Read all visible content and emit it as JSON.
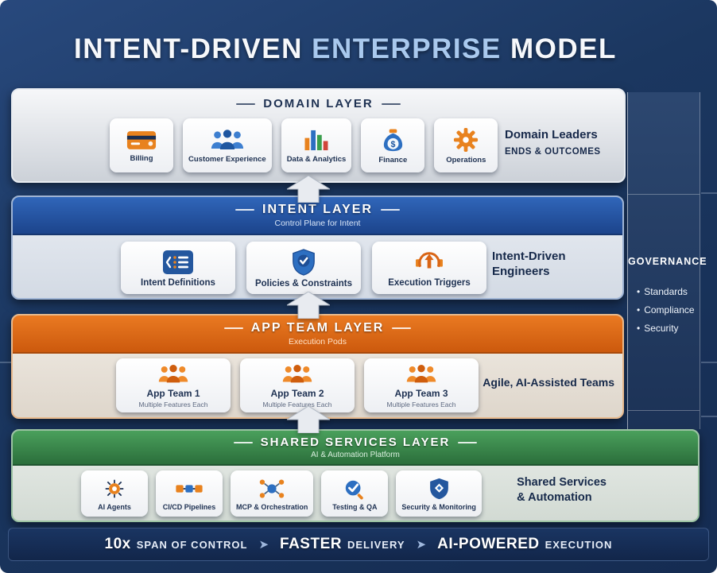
{
  "title": {
    "part1": "INTENT-DRIVEN",
    "part2": "ENTERPRISE",
    "part3": "MODEL"
  },
  "domain_layer": {
    "heading": "DOMAIN LAYER",
    "items": [
      {
        "label": "Billing",
        "icon": "credit-card-icon"
      },
      {
        "label": "Customer Experience",
        "icon": "people-icon"
      },
      {
        "label": "Data & Analytics",
        "icon": "bar-chart-icon"
      },
      {
        "label": "Finance",
        "icon": "money-bag-icon"
      },
      {
        "label": "Operations",
        "icon": "gear-icon"
      }
    ],
    "side_text": {
      "line1": "Domain Leaders",
      "line2": "ENDS & OUTCOMES"
    }
  },
  "intent_layer": {
    "heading": "INTENT LAYER",
    "subheading": "Control Plane for Intent",
    "items": [
      {
        "label": "Intent Definitions",
        "icon": "intent-definitions-icon"
      },
      {
        "label": "Policies & Constraints",
        "icon": "shield-check-icon"
      },
      {
        "label": "Execution Triggers",
        "icon": "execution-trigger-icon"
      }
    ],
    "side_text": "Intent-Driven Engineers"
  },
  "app_team_layer": {
    "heading": "APP TEAM LAYER",
    "subheading": "Execution Pods",
    "items": [
      {
        "label": "App Team 1",
        "sublabel": "Multiple Features Each",
        "icon": "team-icon"
      },
      {
        "label": "App Team 2",
        "sublabel": "Multiple Features Each",
        "icon": "team-icon"
      },
      {
        "label": "App Team 3",
        "sublabel": "Multiple Features Each",
        "icon": "team-icon"
      }
    ],
    "side_text": "Agile, AI-Assisted Teams"
  },
  "shared_services_layer": {
    "heading": "SHARED SERVICES LAYER",
    "subheading": "AI & Automation Platform",
    "items": [
      {
        "label": "AI Agents",
        "icon": "ai-agent-icon"
      },
      {
        "label": "CI/CD Pipelines",
        "icon": "pipeline-icon"
      },
      {
        "label": "MCP & Orchestration",
        "icon": "orchestration-icon"
      },
      {
        "label": "Testing & QA",
        "icon": "testing-icon"
      },
      {
        "label": "Security & Monitoring",
        "icon": "security-shield-icon"
      }
    ],
    "side_text": {
      "line1": "Shared Services",
      "line2": "& Automation"
    }
  },
  "governance": {
    "heading": "GOVERNANCE",
    "bullet": "•",
    "items": [
      "Standards",
      "Compliance",
      "Security"
    ]
  },
  "footer": {
    "separator": "➤",
    "items": [
      {
        "strong": "10x",
        "rest": "SPAN OF CONTROL"
      },
      {
        "strong": "FASTER",
        "rest": "DELIVERY"
      },
      {
        "strong": "AI-POWERED",
        "rest": "EXECUTION"
      }
    ]
  },
  "colors": {
    "background_navy": "#1b3760",
    "intent_blue": "#2458a8",
    "app_orange": "#d96516",
    "shared_green": "#2f7a40",
    "accent_orange": "#e8821e",
    "accent_blue": "#2d6fc1",
    "navy_text": "#1b2f52"
  }
}
